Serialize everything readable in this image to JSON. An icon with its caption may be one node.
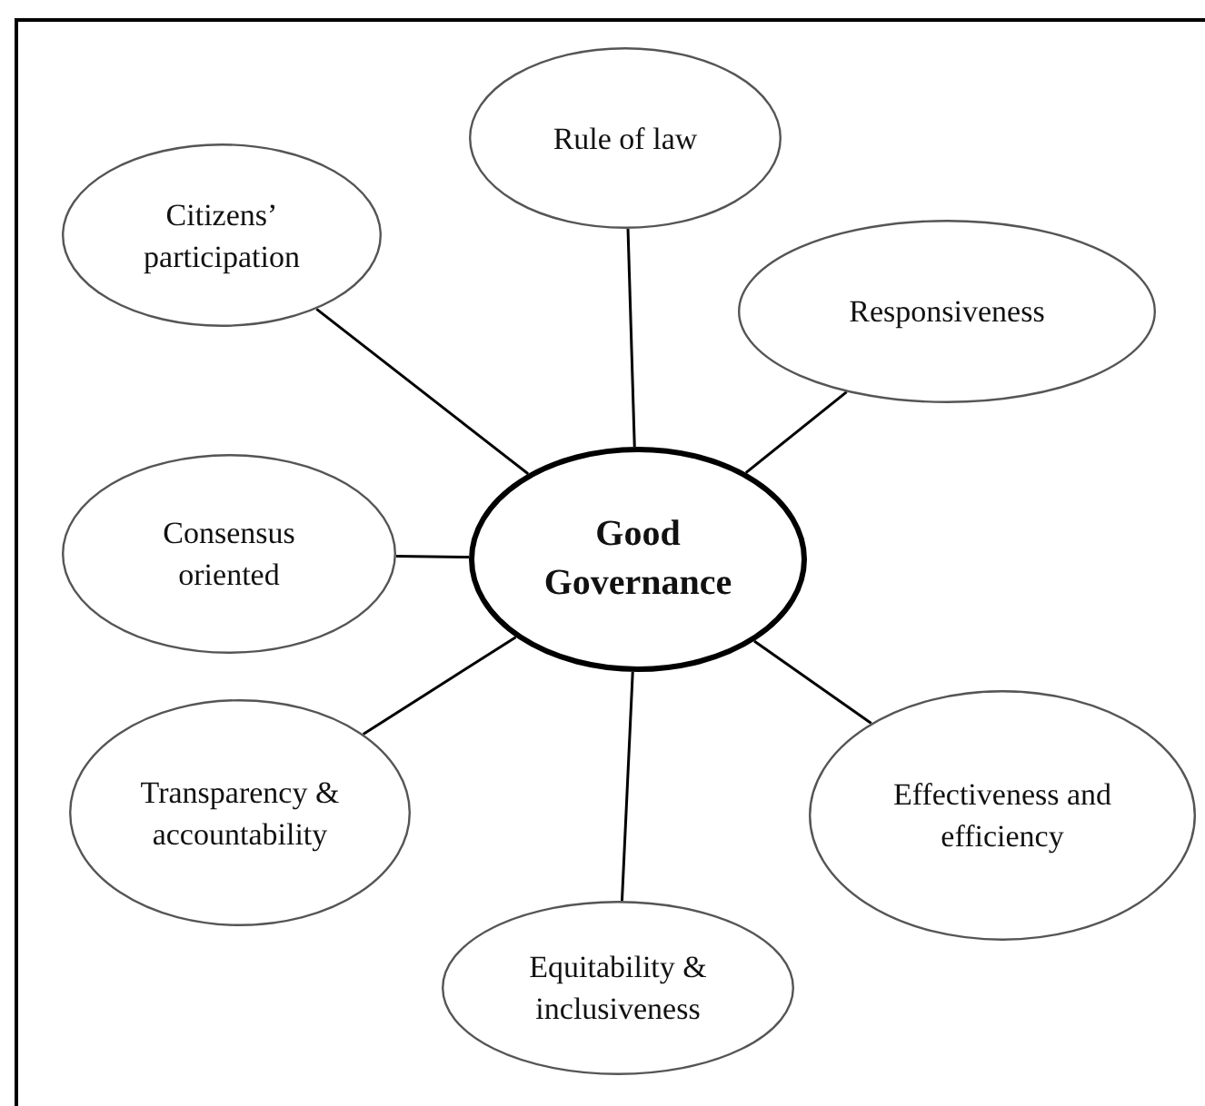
{
  "diagram": {
    "nodes": [
      {
        "text": [
          "Rule of law"
        ]
      },
      {
        "text": [
          "Citizens’ participation"
        ]
      },
      {
        "text": [
          "Responsiveness"
        ]
      },
      {
        "text": [
          "Good Governance"
        ]
      },
      {
        "text": [
          "Consensus oriented"
        ]
      },
      {
        "text": [
          "Effectiveness and efficiency"
        ]
      },
      {
        "text": [
          "Transparency & accountability"
        ]
      },
      {
        "text": [
          "Equitability & inclusiveness"
        ]
      }
    ],
    "edges": [
      {
        "from": 3,
        "to": 0,
        "arrow": "none"
      },
      {
        "from": 3,
        "to": 1,
        "arrow": "none"
      },
      {
        "from": 3,
        "to": 2,
        "arrow": "none"
      },
      {
        "from": 3,
        "to": 4,
        "arrow": "none"
      },
      {
        "from": 3,
        "to": 5,
        "arrow": "none"
      },
      {
        "from": 3,
        "to": 6,
        "arrow": "none"
      },
      {
        "from": 3,
        "to": 7,
        "arrow": "none"
      }
    ]
  }
}
